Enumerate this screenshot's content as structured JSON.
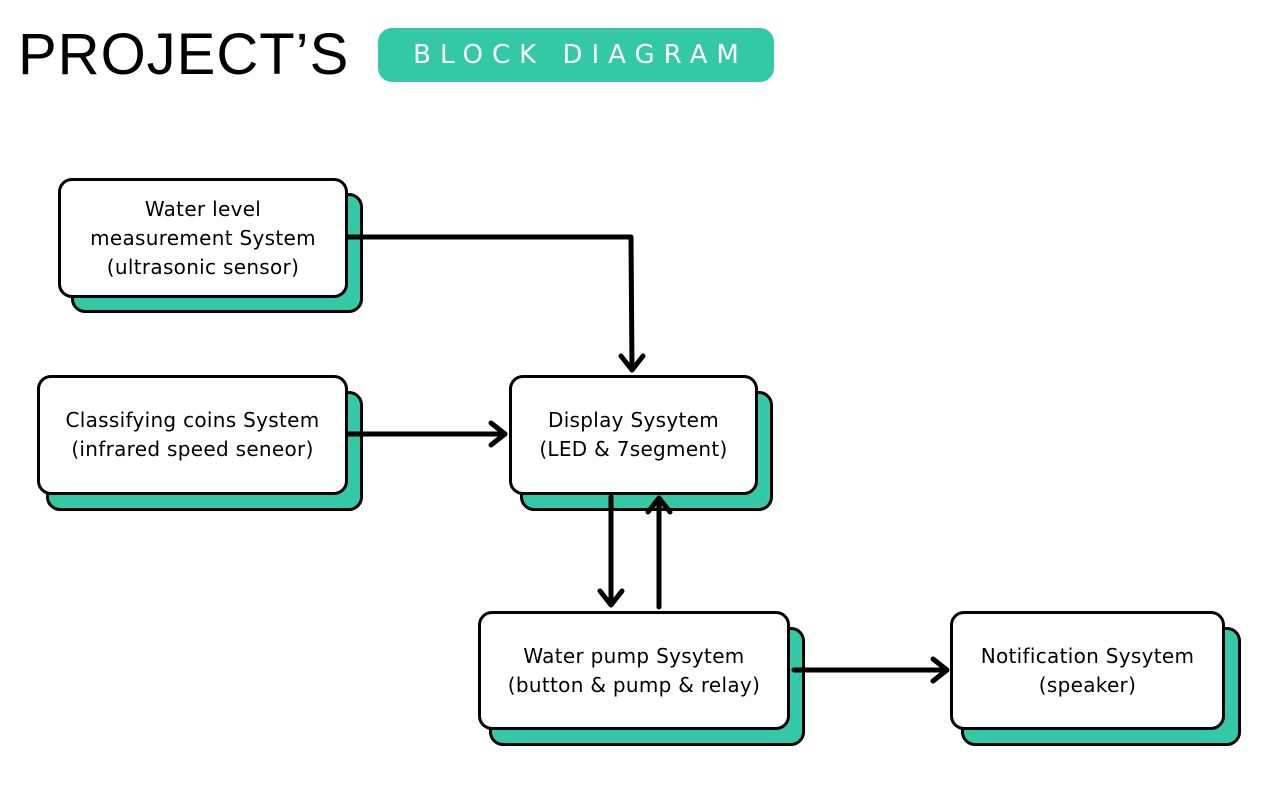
{
  "header": {
    "title": "PROJECT’S",
    "badge": "BLOCK DIAGRAM"
  },
  "colors": {
    "accent": "#33C9A6",
    "outline": "#000000",
    "box_fill": "#FFFFFF"
  },
  "blocks": {
    "water_level": {
      "line1": "Water level",
      "line2": "measurement System",
      "line3": "(ultrasonic sensor)"
    },
    "classifying_coins": {
      "line1": "Classifying coins System",
      "line2": "(infrared speed seneor)"
    },
    "display": {
      "line1": "Display Sysytem",
      "line2": "(LED & 7segment)"
    },
    "water_pump": {
      "line1": "Water pump Sysytem",
      "line2": "(button & pump & relay)"
    },
    "notification": {
      "line1": "Notification  Sysytem",
      "line2": "(speaker)"
    }
  },
  "connections": [
    {
      "from": "water_level",
      "to": "display"
    },
    {
      "from": "classifying_coins",
      "to": "display"
    },
    {
      "from": "display",
      "to": "water_pump"
    },
    {
      "from": "water_pump",
      "to": "display"
    },
    {
      "from": "water_pump",
      "to": "notification"
    }
  ]
}
